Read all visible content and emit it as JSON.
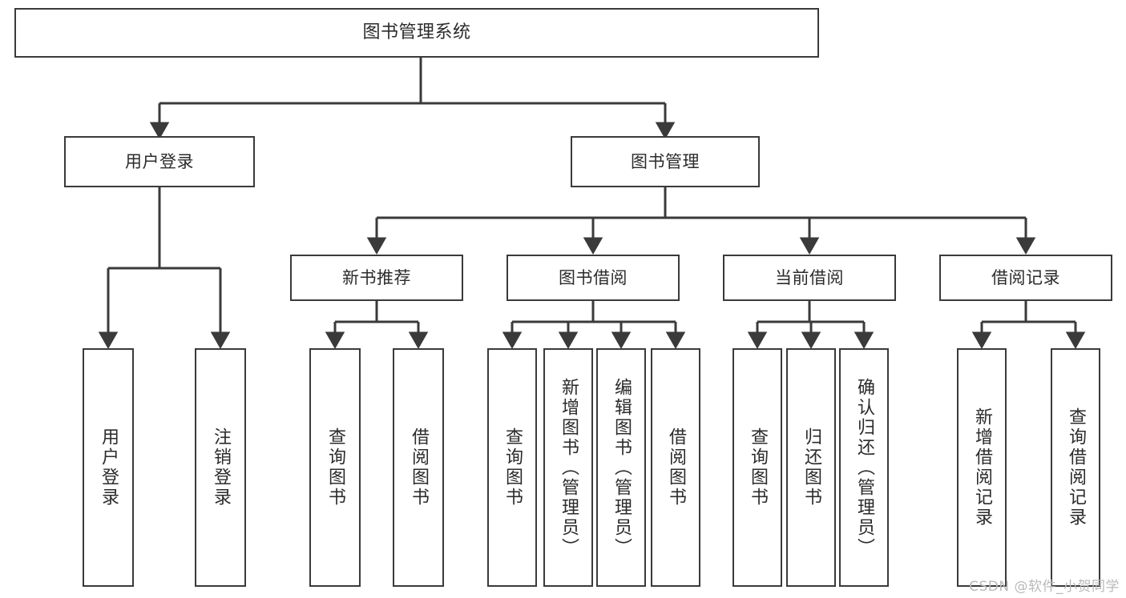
{
  "diagram": {
    "title": "图书管理系统",
    "type": "tree",
    "watermark": "CSDN @软件_小贺同学",
    "colors": {
      "border": "#3a3a3a",
      "background": "#ffffff",
      "text": "#2b2b2b",
      "edge": "#3a3a3a",
      "watermark": "#b9b9b9"
    },
    "nodes": {
      "root": {
        "label": "图书管理系统"
      },
      "level2": [
        {
          "label": "用户登录"
        },
        {
          "label": "图书管理"
        }
      ],
      "level3": [
        {
          "label": "新书推荐"
        },
        {
          "label": "图书借阅"
        },
        {
          "label": "当前借阅"
        },
        {
          "label": "借阅记录"
        }
      ],
      "leaves": {
        "user_login": [
          {
            "label": "用户登录"
          },
          {
            "label": "注销登录"
          }
        ],
        "new_book_recommend": [
          {
            "label": "查询图书"
          },
          {
            "label": "借阅图书"
          }
        ],
        "book_borrow": [
          {
            "label": "查询图书"
          },
          {
            "label": "新增图书（管理员）"
          },
          {
            "label": "编辑图书（管理员）"
          },
          {
            "label": "借阅图书"
          }
        ],
        "current_borrow": [
          {
            "label": "查询图书"
          },
          {
            "label": "归还图书"
          },
          {
            "label": "确认归还（管理员）"
          }
        ],
        "borrow_record": [
          {
            "label": "新增借阅记录"
          },
          {
            "label": "查询借阅记录"
          }
        ]
      }
    }
  }
}
